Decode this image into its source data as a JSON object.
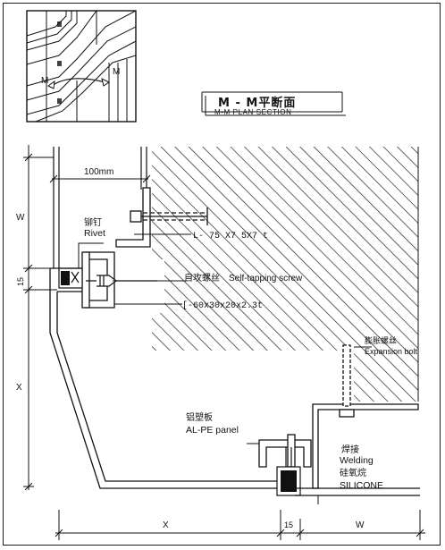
{
  "title": {
    "main": "M - M平断面",
    "sub": "M-M PLAN SECTION"
  },
  "key_plan": {
    "marker_left": "M",
    "marker_right": "M"
  },
  "dimensions": {
    "top_width": "100mm",
    "left_w": "W",
    "left_15": "15",
    "left_x": "X",
    "bottom_x": "X",
    "bottom_15": "15",
    "bottom_w": "W"
  },
  "labels": {
    "rivet_cn": "铆钉",
    "rivet_en": "Rivet",
    "angle_steel": "L- 75 X7 5X7 t",
    "screw_cn": "自攻螺丝",
    "screw_en": "Self-tapping screw",
    "channel": "[-60x30x20x2.3t",
    "expansion_cn": "膨胀螺丝",
    "expansion_en": "Expansion bolt",
    "panel_cn": "铝塑板",
    "panel_en": "AL-PE panel",
    "welding_cn": "焊接",
    "welding_en": "Welding",
    "silicone_cn": "硅氧烷",
    "silicone_en": "SILICONE"
  },
  "colors": {
    "line": "#111111",
    "hatch": "#222222"
  }
}
